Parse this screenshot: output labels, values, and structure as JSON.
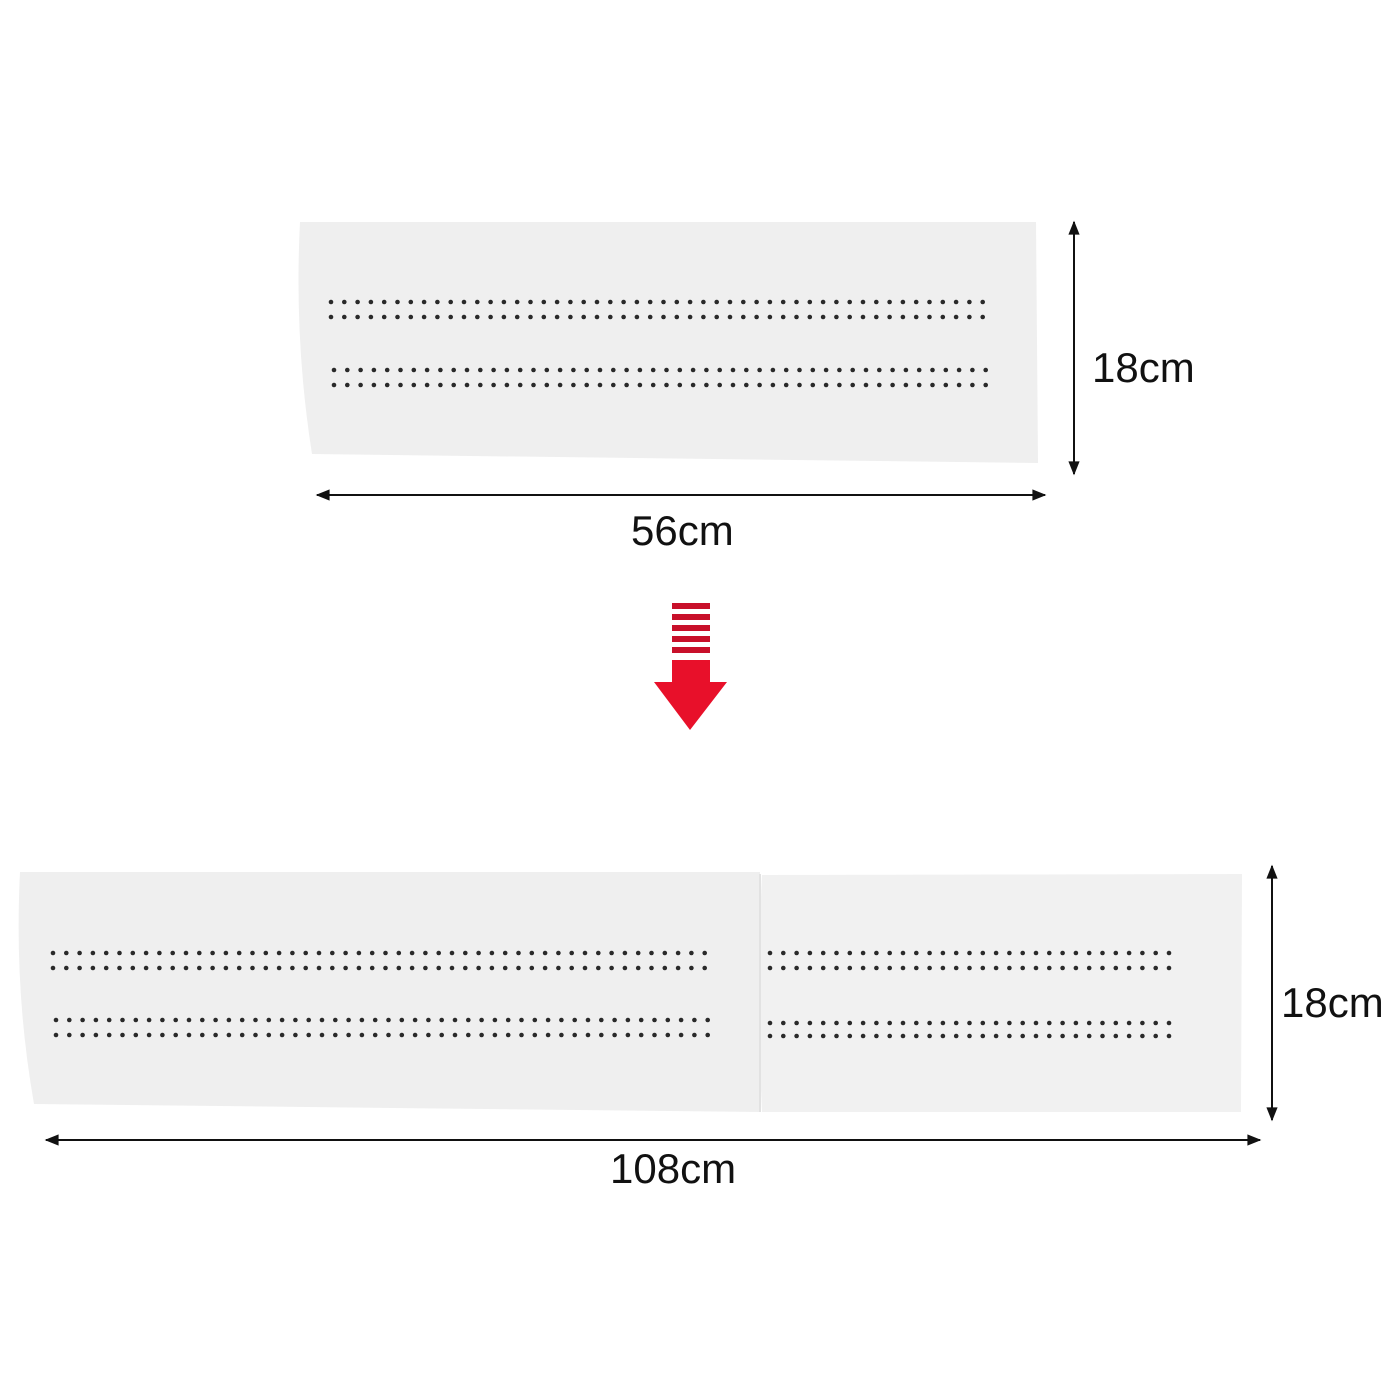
{
  "top_unit": {
    "width_label": "56cm",
    "height_label": "18cm"
  },
  "bottom_unit": {
    "width_label": "108cm",
    "height_label": "18cm"
  },
  "colors": {
    "panel": "#efefef",
    "hole": "#2a2a2a",
    "arrow": "#e8102a",
    "dimension": "#111111"
  }
}
